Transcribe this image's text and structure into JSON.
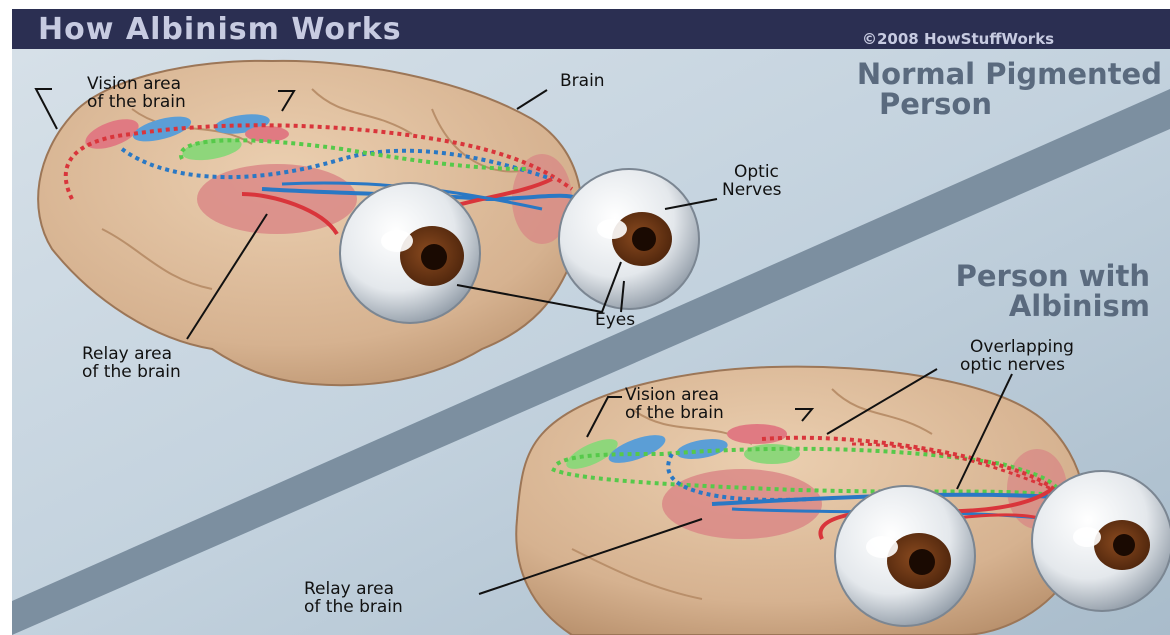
{
  "header": {
    "title": "How Albinism Works",
    "copyright": "©2008 HowStuffWorks"
  },
  "normal": {
    "heading_line1": "Normal Pigmented",
    "heading_line2": "Person",
    "vision_line1": "Vision area",
    "vision_line2": "of the brain",
    "brain": "Brain",
    "optic_line1": "Optic",
    "optic_line2": "Nerves",
    "eyes": "Eyes",
    "relay_line1": "Relay area",
    "relay_line2": "of the brain"
  },
  "albino": {
    "heading_line1": "Person with",
    "heading_line2": "Albinism",
    "overlap_line1": "Overlapping",
    "overlap_line2": "optic nerves",
    "vision_line1": "Vision area",
    "vision_line2": "of the brain",
    "relay_line1": "Relay area",
    "relay_line2": "of the brain"
  },
  "colors": {
    "header_bg": "#2b2f52",
    "header_text": "#c7cbe1",
    "background": "#c3d2de",
    "brain": "#d7b491",
    "pathway_red": "#d9353b",
    "pathway_blue": "#2a78c4",
    "pathway_green": "#56c94a",
    "iris": "#6b3514",
    "heading_text": "#5a6a7e"
  }
}
